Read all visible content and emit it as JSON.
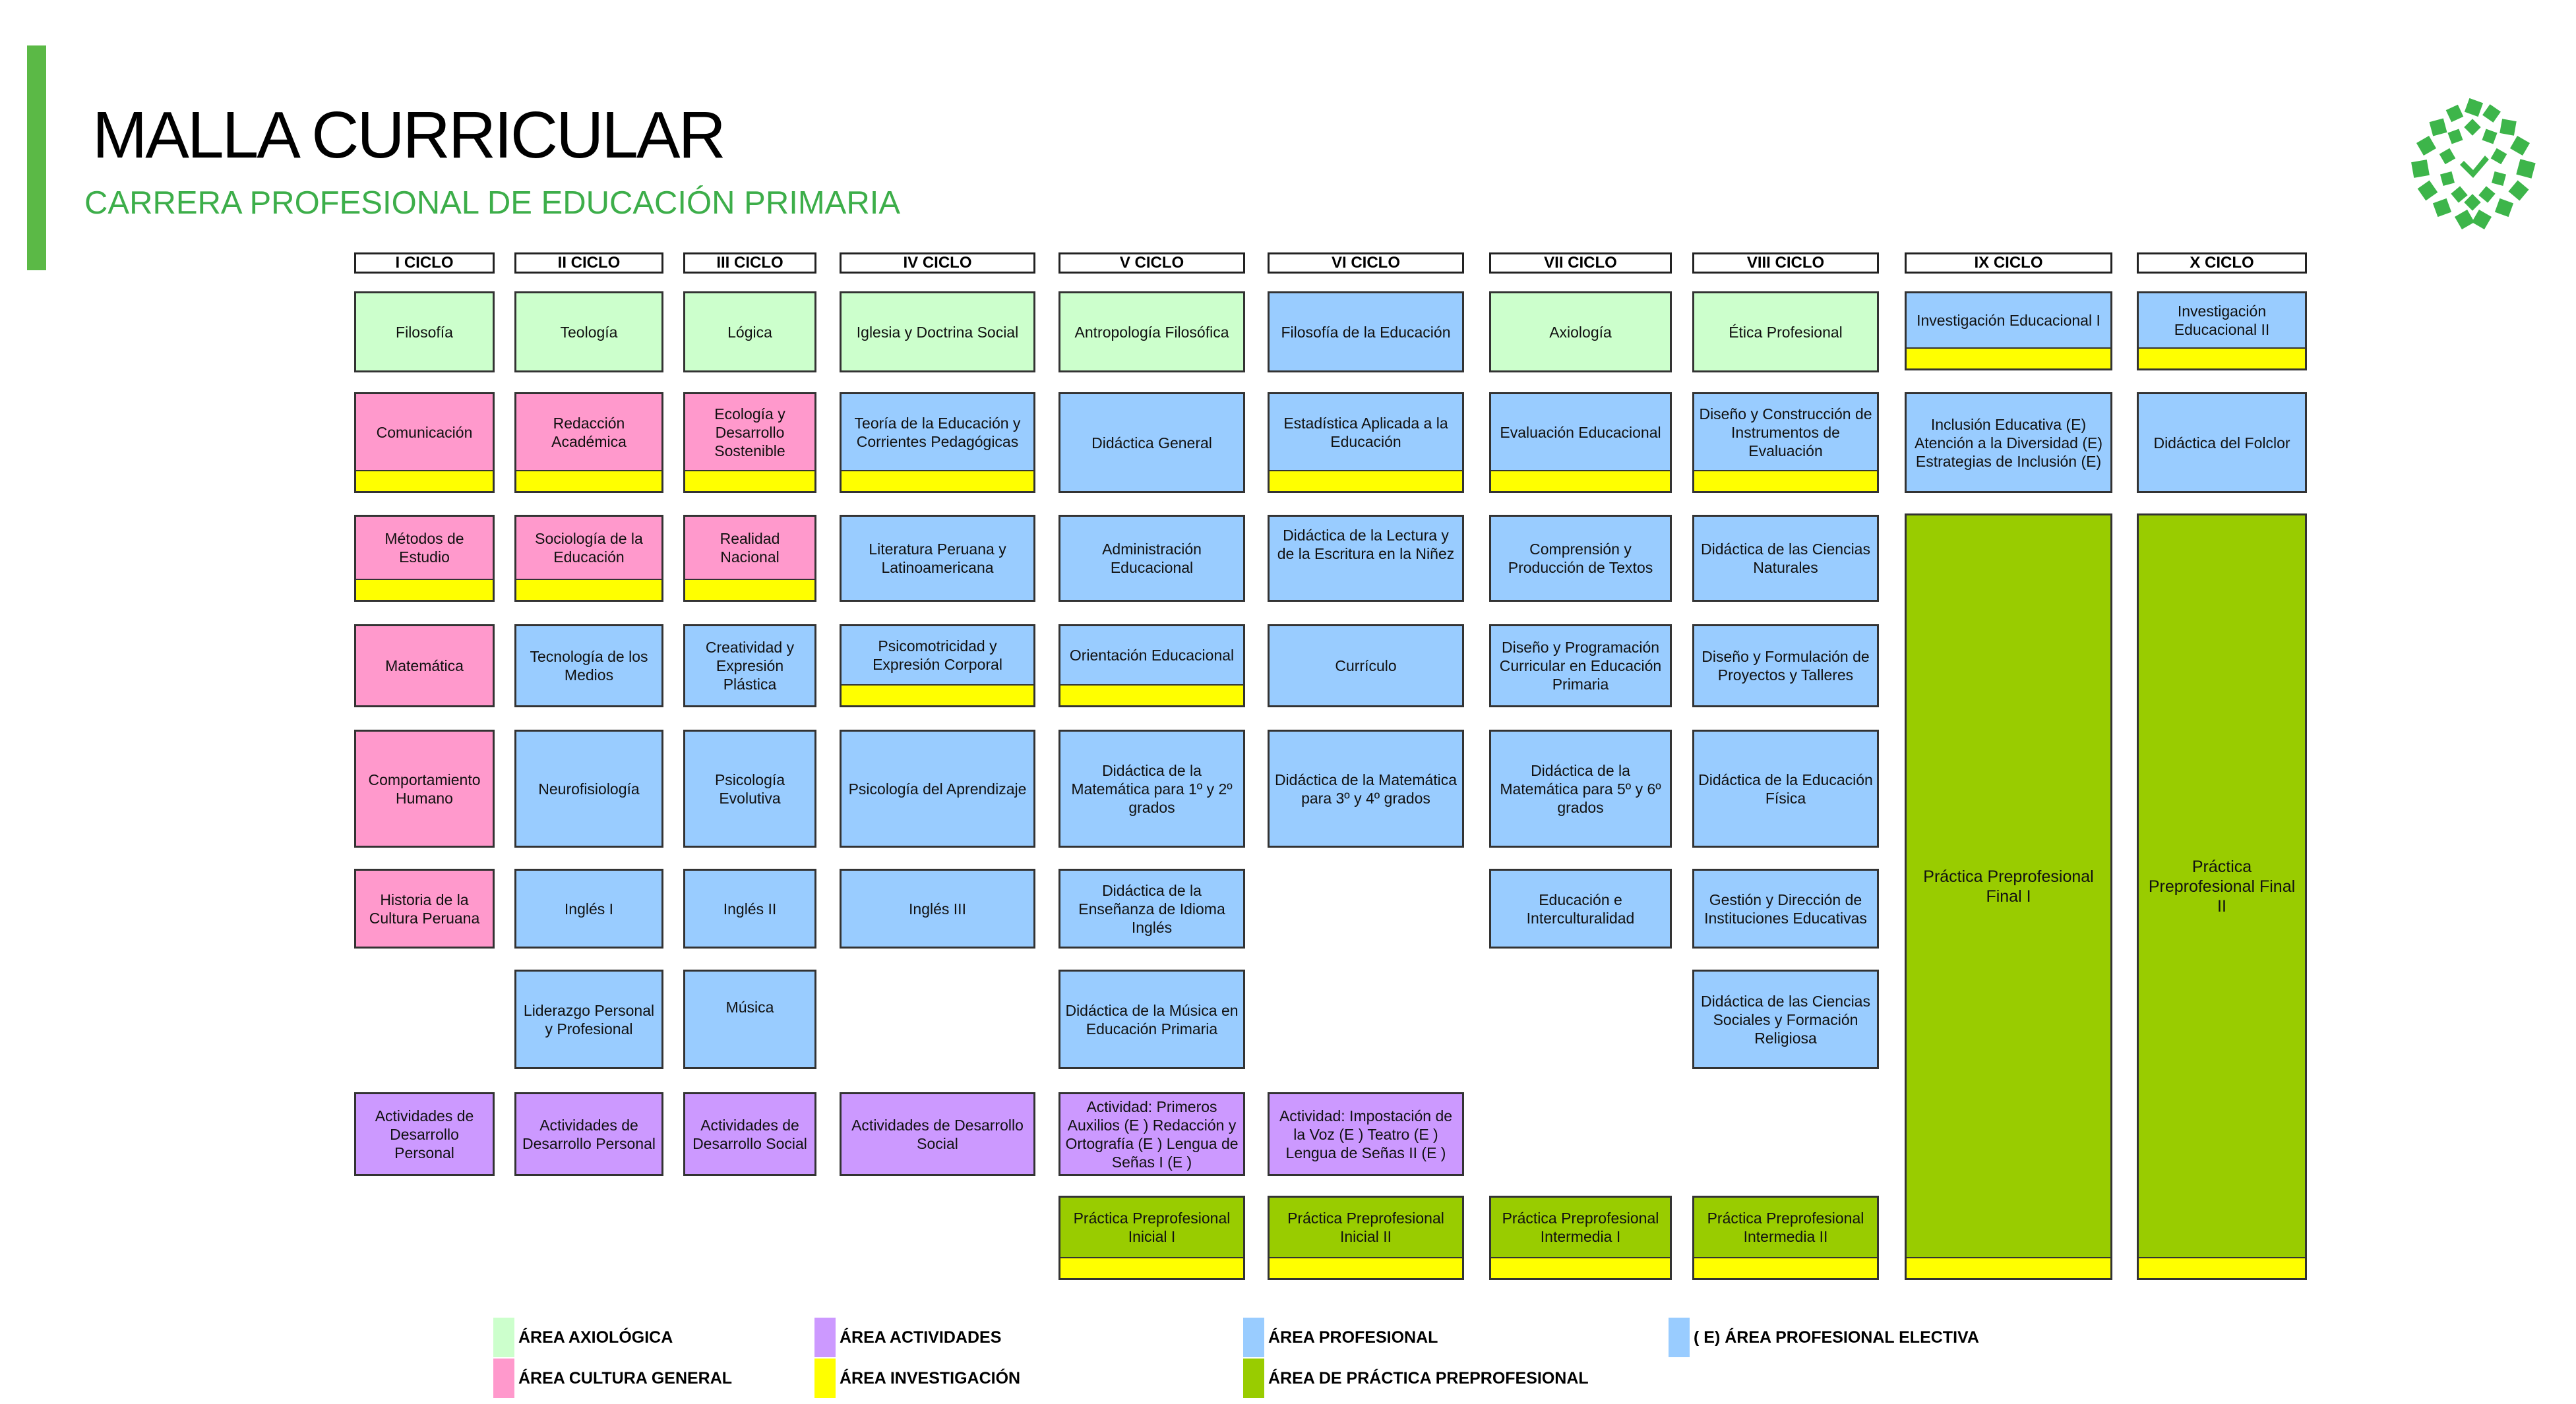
{
  "title": "MALLA CURRICULAR",
  "subtitle": "CARRERA PROFESIONAL DE EDUCACIÓN PRIMARIA",
  "logo_icon": "leaf-mosaic-logo-icon",
  "colors": {
    "axiologica": "#ccffcc",
    "cultura_general": "#ff99cc",
    "profesional": "#99ccff",
    "actividades": "#cc99ff",
    "investigacion": "#ffff00",
    "practica": "#99cc00",
    "accent": "#5bb946"
  },
  "cycles": [
    "I CICLO",
    "II CICLO",
    "III CICLO",
    "IV CICLO",
    "V CICLO",
    "VI CICLO",
    "VII CICLO",
    "VIII CICLO",
    "IX CICLO",
    "X CICLO"
  ],
  "courses": {
    "c1": [
      "Filosofía",
      "Comunicación",
      "Métodos de Estudio",
      "Matemática",
      "Comportamiento Humano",
      "Historia de la Cultura Peruana",
      "Actividades de Desarrollo Personal"
    ],
    "c2": [
      "Teología",
      "Redacción Académica",
      "Sociología de la Educación",
      "Tecnología de los Medios",
      "Neurofisiología",
      "Inglés I",
      "Liderazgo Personal  y  Profesional",
      "Actividades de Desarrollo Personal"
    ],
    "c3": [
      "Lógica",
      "Ecología y Desarrollo Sostenible",
      "Realidad Nacional",
      "Creatividad y Expresión Plástica",
      "Psicología Evolutiva",
      "Inglés II",
      "Música",
      "Actividades de Desarrollo Social"
    ],
    "c4": [
      "Iglesia y Doctrina Social",
      "Teoría de la Educación y Corrientes Pedagógicas",
      "Literatura Peruana y Latinoamericana",
      "Psicomotricidad y Expresión  Corporal",
      "Psicología del Aprendizaje",
      "Inglés III",
      "Actividades de Desarrollo Social"
    ],
    "c5": [
      "Antropología Filosófica",
      "Didáctica General",
      "Administración Educacional",
      "Orientación  Educacional",
      "Didáctica de la Matemática para 1º y 2º grados",
      "Didáctica de la Enseñanza de Idioma Inglés",
      "Didáctica de la Música en Educación Primaria",
      "Actividad: Primeros Auxilios (E )  Redacción y Ortografía (E )  Lengua de Señas I (E )",
      "Práctica Preprofesional Inicial I"
    ],
    "c6": [
      "Filosofía de la Educación",
      "Estadística Aplicada a la Educación",
      "Didáctica de la Lectura y de la Escritura en la Niñez",
      "Currículo",
      "Didáctica de la Matemática para 3º y 4º grados",
      "Actividad: Impostación de la Voz (E )  Teatro (E )  Lengua de Señas II (E )",
      "Práctica Preprofesional Inicial II"
    ],
    "c7": [
      "Axiología",
      "Evaluación Educacional",
      "Comprensión y Producción de Textos",
      "Diseño y Programación Curricular en Educación Primaria",
      "Didáctica de la Matemática para 5º y  6º grados",
      "Educación e Interculturalidad",
      "Práctica Preprofesional Intermedia I"
    ],
    "c8": [
      "Ética Profesional",
      "Diseño y Construcción de Instrumentos de Evaluación",
      "Didáctica de las Ciencias Naturales",
      "Diseño y Formulación de Proyectos y Talleres",
      "Didáctica de la  Educación Física",
      "Gestión y Dirección de Instituciones Educativas",
      "Didáctica de las Ciencias Sociales y Formación Religiosa",
      "Práctica Preprofesional Intermedia II"
    ],
    "c9": [
      "Investigación Educacional  I",
      "Inclusión Educativa (E)\nAtención a la Diversidad (E)\nEstrategias de Inclusión (E)",
      "Práctica Preprofesional Final I"
    ],
    "c10": [
      "Investigación Educacional  II",
      "Didáctica del Folclor",
      "Práctica Preprofesional Final II"
    ]
  },
  "legend": [
    "ÁREA AXIOLÓGICA",
    "ÁREA ACTIVIDADES",
    "ÁREA PROFESIONAL",
    "( E) ÁREA PROFESIONAL ELECTIVA",
    "ÁREA CULTURA GENERAL",
    "ÁREA INVESTIGACIÓN",
    "ÁREA DE PRÁCTICA PREPROFESIONAL"
  ]
}
